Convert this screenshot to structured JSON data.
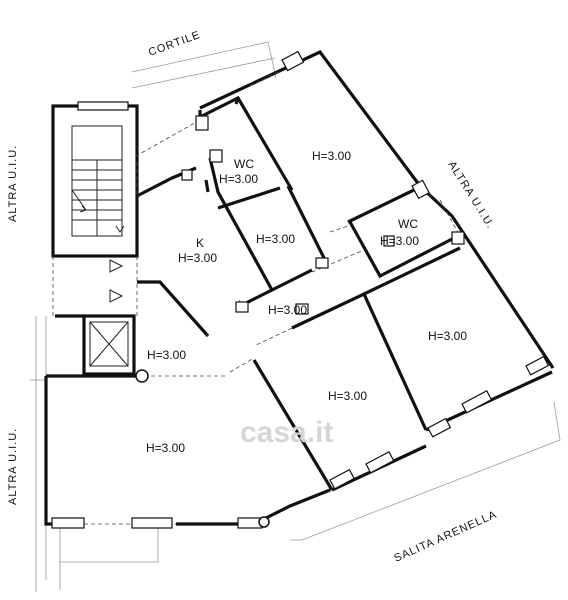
{
  "labels": {
    "cortile": "CORTILE",
    "altra_left_top": "ALTRA U.I.U.",
    "altra_left_bottom": "ALTRA U.I.U.",
    "altra_right": "ALTRA U.I.U.",
    "salita": "SALITA ARENELLA"
  },
  "rooms": [
    {
      "id": "wc1-name",
      "text": "WC"
    },
    {
      "id": "wc1-height",
      "text": "H=3.00"
    },
    {
      "id": "room-top",
      "text": "H=3.00"
    },
    {
      "id": "kitchen-name",
      "text": "K"
    },
    {
      "id": "kitchen-height",
      "text": "H=3.00"
    },
    {
      "id": "room-mid",
      "text": "H=3.00"
    },
    {
      "id": "wc2-name",
      "text": "WC"
    },
    {
      "id": "wc2-height",
      "text": "H=3.00"
    },
    {
      "id": "corridor",
      "text": "H=3.00"
    },
    {
      "id": "room-right",
      "text": "H=3.00"
    },
    {
      "id": "entrance",
      "text": "H=3.00"
    },
    {
      "id": "room-center",
      "text": "H=3.00"
    },
    {
      "id": "room-bottom-left",
      "text": "H=3.00"
    }
  ],
  "watermark": "casa.it"
}
